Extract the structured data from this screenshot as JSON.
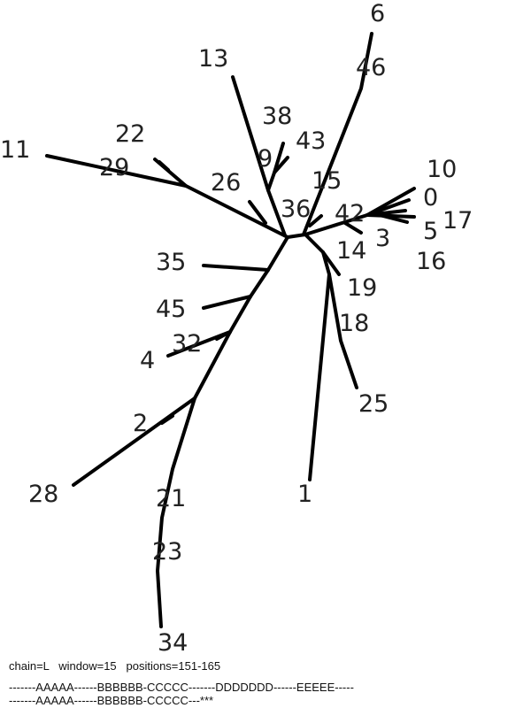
{
  "tree": {
    "leaf_labels": [
      "6",
      "46",
      "13",
      "38",
      "43",
      "9",
      "11",
      "22",
      "29",
      "26",
      "15",
      "36",
      "42",
      "10",
      "0",
      "17",
      "5",
      "16",
      "3",
      "14",
      "19",
      "18",
      "25",
      "1",
      "35",
      "45",
      "32",
      "4",
      "2",
      "28",
      "21",
      "23",
      "34"
    ]
  },
  "footer": {
    "info": "chain=L   window=15   positions=151-165",
    "line1": "-------AAAAA------BBBBBB-CCCCC-------DDDDDDD------EEEEE-----",
    "line2": "-------AAAAA------BBBBBB-CCCCC---***"
  }
}
